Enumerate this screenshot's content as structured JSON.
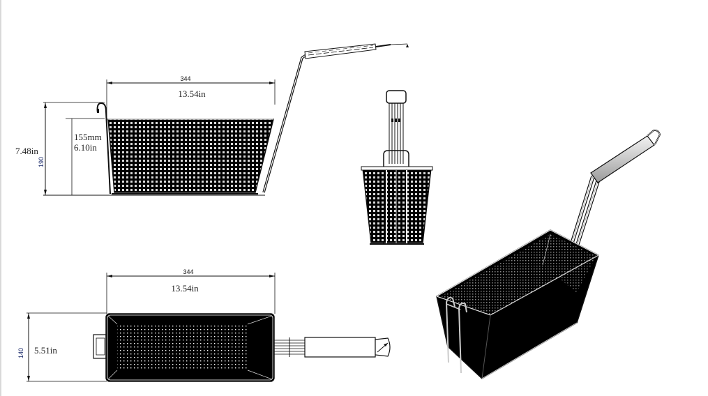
{
  "drawing": {
    "subject": "Fryer basket technical drawing",
    "views": {
      "side": {
        "length_mm": "344",
        "length_in": "13.54in",
        "overall_height_mm": "190",
        "overall_height_in": "7.48in",
        "basket_depth_mm": "155mm",
        "basket_depth_in": "6.10in"
      },
      "front": {},
      "top": {
        "length_mm": "344",
        "length_in": "13.54in",
        "width_mm": "140",
        "width_in": "5.51in"
      },
      "isometric": {}
    },
    "colors": {
      "line": "#111111",
      "mesh": "#000000",
      "dimension_metric": "#1a2a6a",
      "background": "#ffffff"
    }
  }
}
